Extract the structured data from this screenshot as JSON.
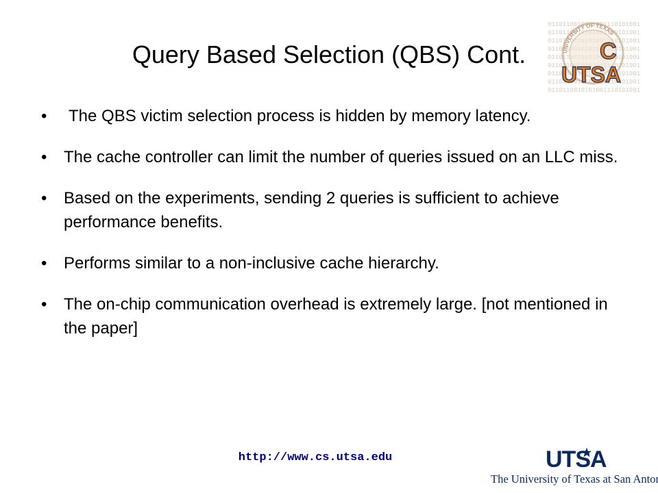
{
  "slide": {
    "title": "Query Based Selection (QBS) Cont.",
    "bullets": [
      "The QBS victim selection process is hidden by memory latency.",
      "The cache controller can limit the number of queries issued on an LLC miss.",
      "Based on the experiments, sending 2 queries is sufficient to achieve performance benefits.",
      "Performs similar to a non-inclusive cache hierarchy.",
      "The on-chip communication overhead is extremely large. [not mentioned in the paper]"
    ],
    "bullet_glyph": "•",
    "footer_url": "http://www.cs.utsa.edu"
  },
  "logos": {
    "top_logo": {
      "icon": "utsa-cs-binary-seal-logo",
      "text_c": "C",
      "text_utsa": "UTSA",
      "seal_text": "UNIVERSITY OF TEXAS",
      "binary_text": "0110110010101001110101001",
      "colors": {
        "orange": "#e8791e",
        "navy": "#0b2a5b",
        "binary": "#d9cfc4"
      }
    },
    "bottom_logo": {
      "icon": "utsa-star-logo",
      "wordmark": "UTSA",
      "university_name": "The University of Texas at San Antonio",
      "colors": {
        "navy": "#0b2a5b"
      }
    }
  },
  "colors": {
    "background": "#ffffff",
    "text": "#000000",
    "url": "#00007a"
  }
}
